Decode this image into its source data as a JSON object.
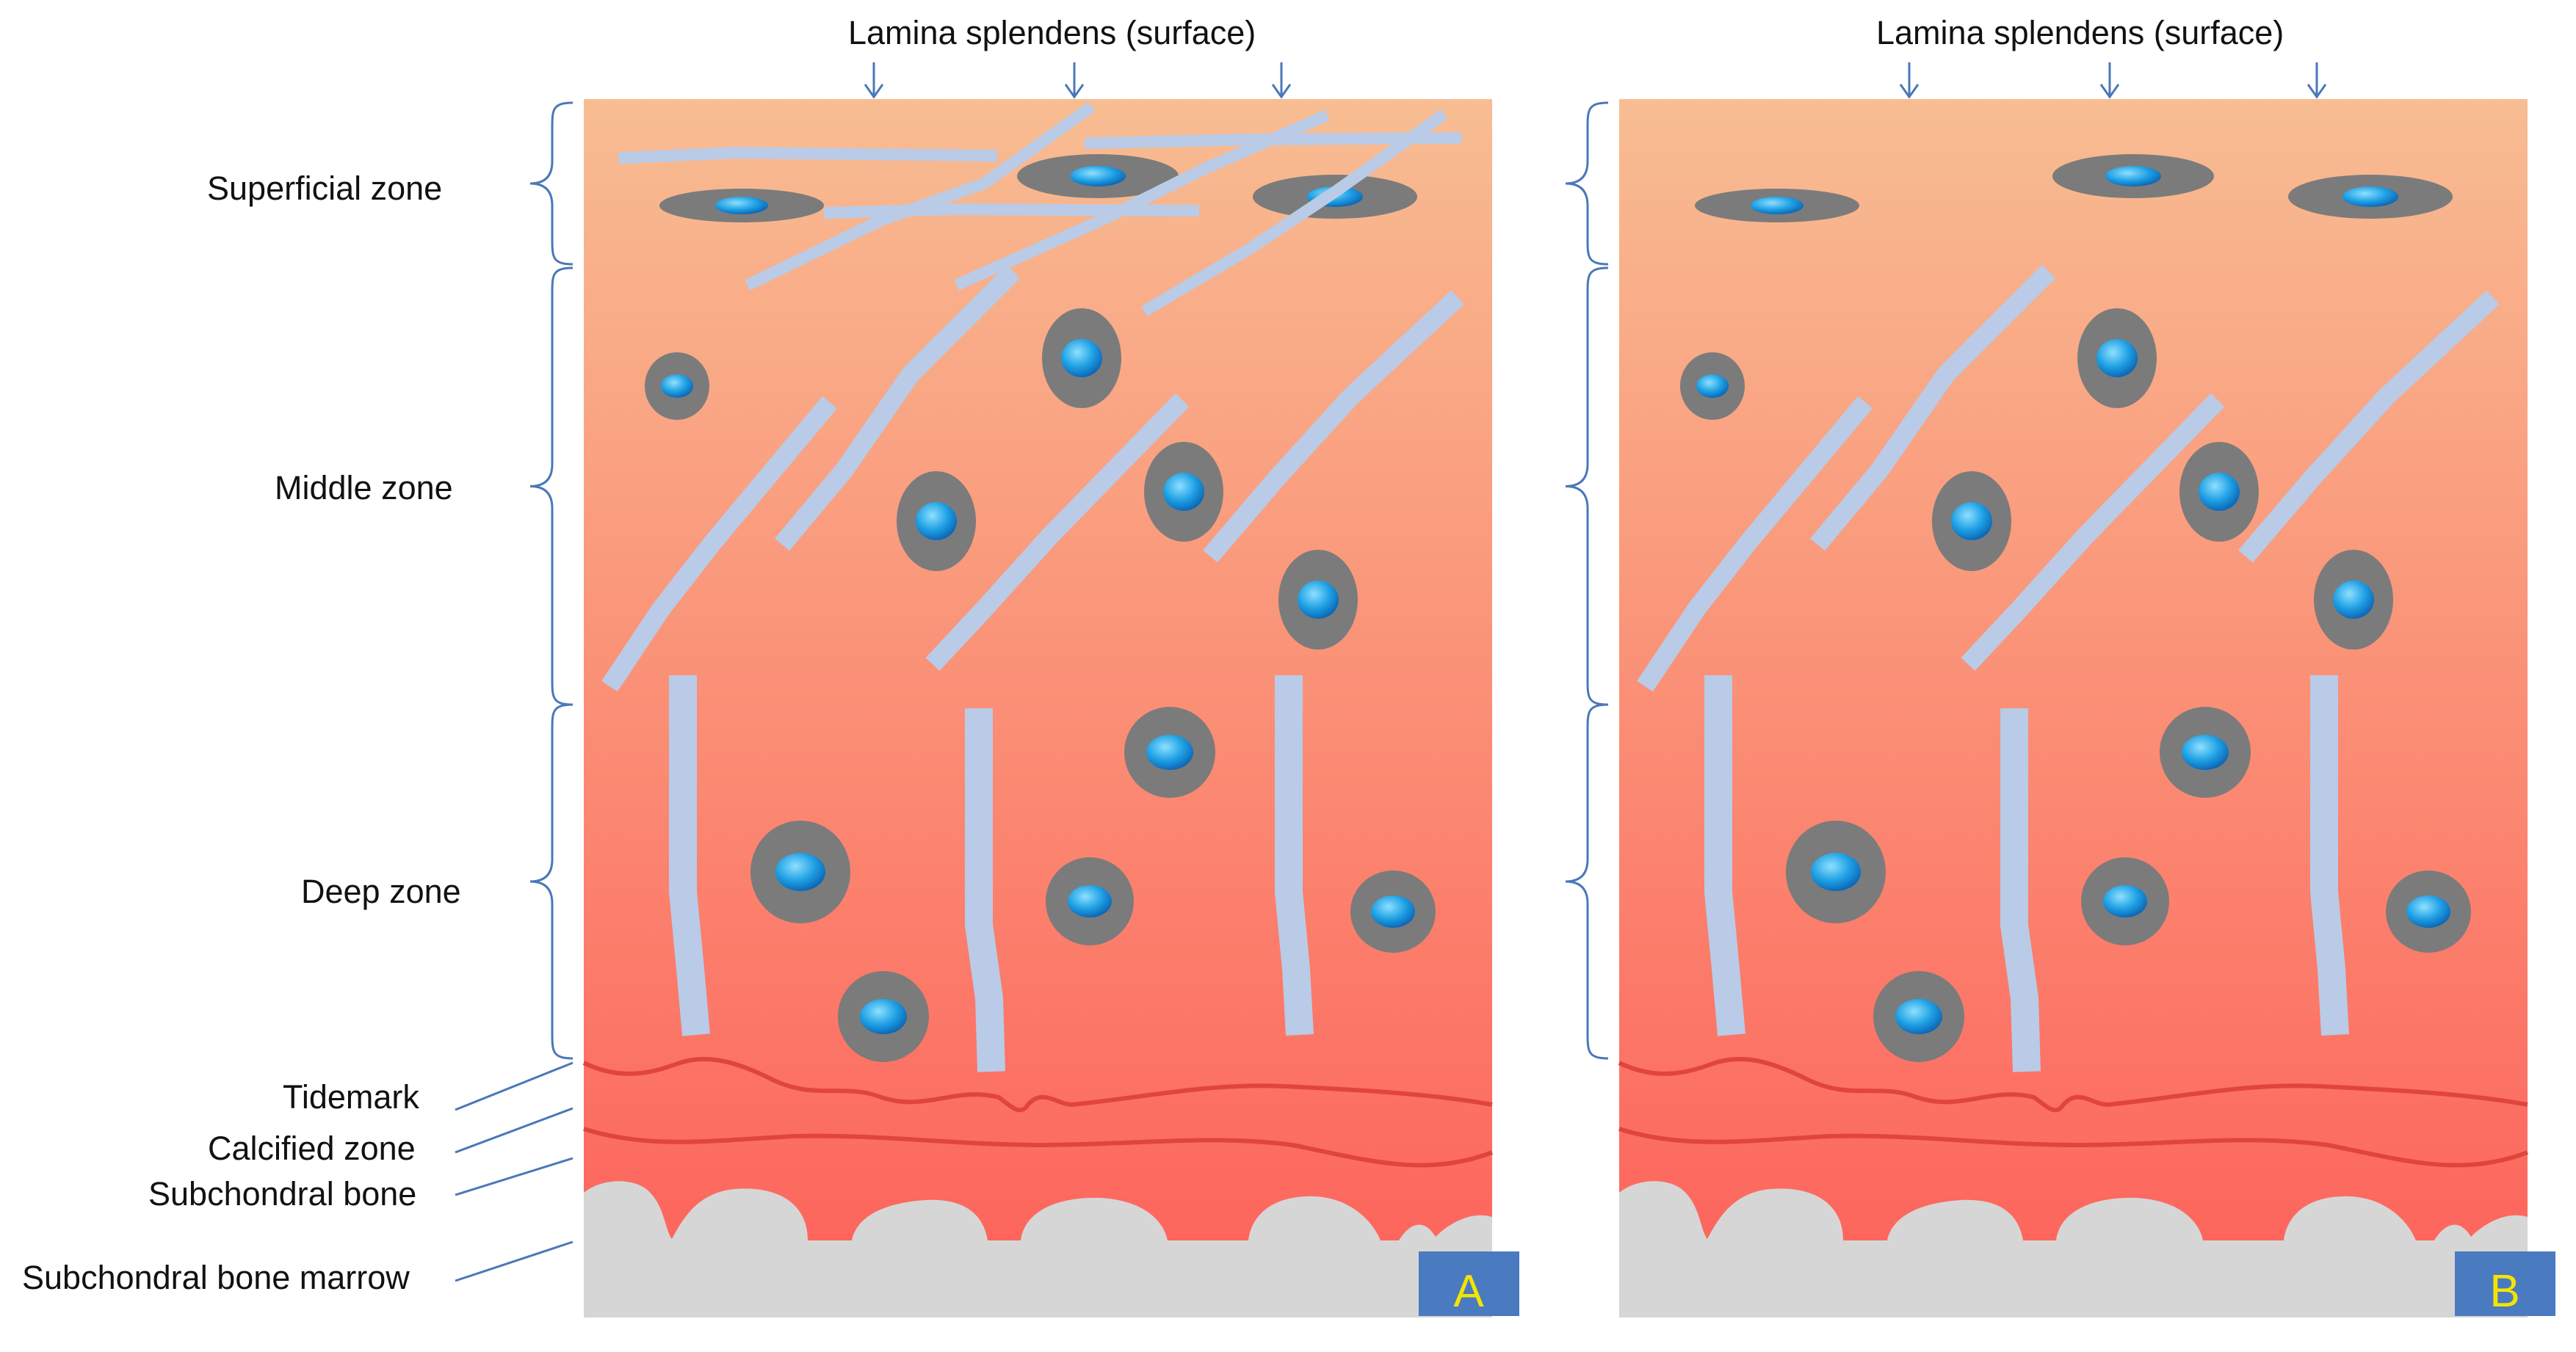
{
  "top_label": "Lamina splendens (surface)",
  "zones": {
    "superficial": "Superficial zone",
    "middle": "Middle zone",
    "deep": "Deep zone"
  },
  "layers": {
    "tidemark": "Tidemark",
    "calcified": "Calcified zone",
    "subchondral_bone": "Subchondral bone",
    "marrow": "Subchondral bone marrow"
  },
  "panels": [
    {
      "id": "A",
      "letter": "A"
    },
    {
      "id": "B",
      "letter": "B"
    }
  ],
  "colors": {
    "cartilage_top": "#f8bd92",
    "cartilage_bottom": "#fd665d",
    "fiber": "#b9cbe6",
    "cell": "#7b7b7b",
    "nucleus": "#1ea0e4",
    "tidemark": "#e0453d",
    "bone": "#d6d6d6",
    "label_box": "#4a7abf",
    "annotation": "#4a78b8"
  }
}
